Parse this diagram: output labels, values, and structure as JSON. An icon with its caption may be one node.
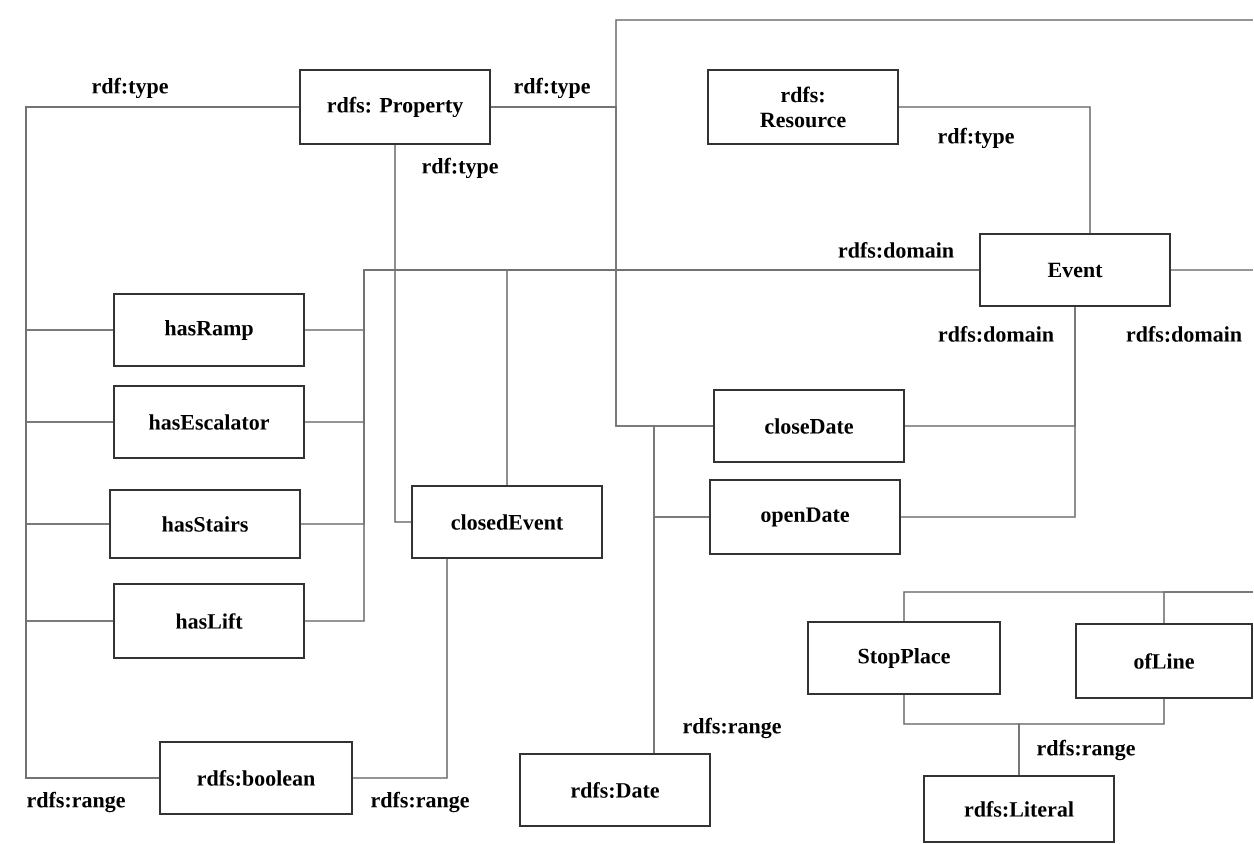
{
  "diagram": {
    "nodes": [
      {
        "text": [
          "rdfs: Property"
        ]
      },
      {
        "text": [
          "rdfs: Resource"
        ]
      },
      {
        "text": [
          "Event"
        ]
      },
      {
        "text": [
          "hasRamp"
        ]
      },
      {
        "text": [
          "hasEscalator"
        ]
      },
      {
        "text": [
          "hasStairs"
        ]
      },
      {
        "text": [
          "hasLift"
        ]
      },
      {
        "text": [
          "closedEvent"
        ]
      },
      {
        "text": [
          "closeDate"
        ]
      },
      {
        "text": [
          "openDate"
        ]
      },
      {
        "text": [
          "StopPlace"
        ]
      },
      {
        "text": [
          "ofLine"
        ]
      },
      {
        "text": [
          "rdfs:boolean"
        ]
      },
      {
        "text": [
          "rdfs:Date"
        ]
      },
      {
        "text": [
          "rdfs:Literal"
        ]
      }
    ],
    "edges": [
      {
        "from": 3,
        "to": 0,
        "arrow": "none",
        "label": "rdf:type"
      },
      {
        "from": 4,
        "to": 0,
        "arrow": "none"
      },
      {
        "from": 5,
        "to": 0,
        "arrow": "none"
      },
      {
        "from": 6,
        "to": 0,
        "arrow": "none"
      },
      {
        "from": 3,
        "to": 2,
        "arrow": "none",
        "label": "rdfs:domain"
      },
      {
        "from": 4,
        "to": 2,
        "arrow": "none"
      },
      {
        "from": 5,
        "to": 2,
        "arrow": "none"
      },
      {
        "from": 6,
        "to": 2,
        "arrow": "none"
      },
      {
        "from": 3,
        "to": 12,
        "arrow": "none",
        "label": "rdfs:range"
      },
      {
        "from": 4,
        "to": 12,
        "arrow": "none"
      },
      {
        "from": 5,
        "to": 12,
        "arrow": "none"
      },
      {
        "from": 6,
        "to": 12,
        "arrow": "none"
      },
      {
        "from": 7,
        "to": 0,
        "arrow": "none",
        "label": "rdf:type"
      },
      {
        "from": 7,
        "to": 2,
        "arrow": "none"
      },
      {
        "from": 7,
        "to": 12,
        "arrow": "none",
        "label": "rdfs:range"
      },
      {
        "from": 8,
        "to": 0,
        "arrow": "none",
        "label": "rdf:type"
      },
      {
        "from": 9,
        "to": 0,
        "arrow": "none"
      },
      {
        "from": 8,
        "to": 13,
        "arrow": "none",
        "label": "rdfs:range"
      },
      {
        "from": 9,
        "to": 13,
        "arrow": "none"
      },
      {
        "from": 0,
        "to": null,
        "arrow": "none"
      },
      {
        "from": 2,
        "to": 1,
        "arrow": "none",
        "label": "rdf:type"
      },
      {
        "from": 8,
        "to": 2,
        "arrow": "none",
        "label": "rdfs:domain"
      },
      {
        "from": 9,
        "to": 2,
        "arrow": "none"
      },
      {
        "from": 2,
        "to": null,
        "arrow": "none",
        "label": "rdfs:domain"
      },
      {
        "from": 10,
        "to": 14,
        "arrow": "none",
        "label": "rdfs:range"
      },
      {
        "from": 11,
        "to": 14,
        "arrow": "none"
      },
      {
        "from": 10,
        "to": null,
        "arrow": "none"
      },
      {
        "from": 11,
        "to": null,
        "arrow": "none"
      }
    ]
  }
}
